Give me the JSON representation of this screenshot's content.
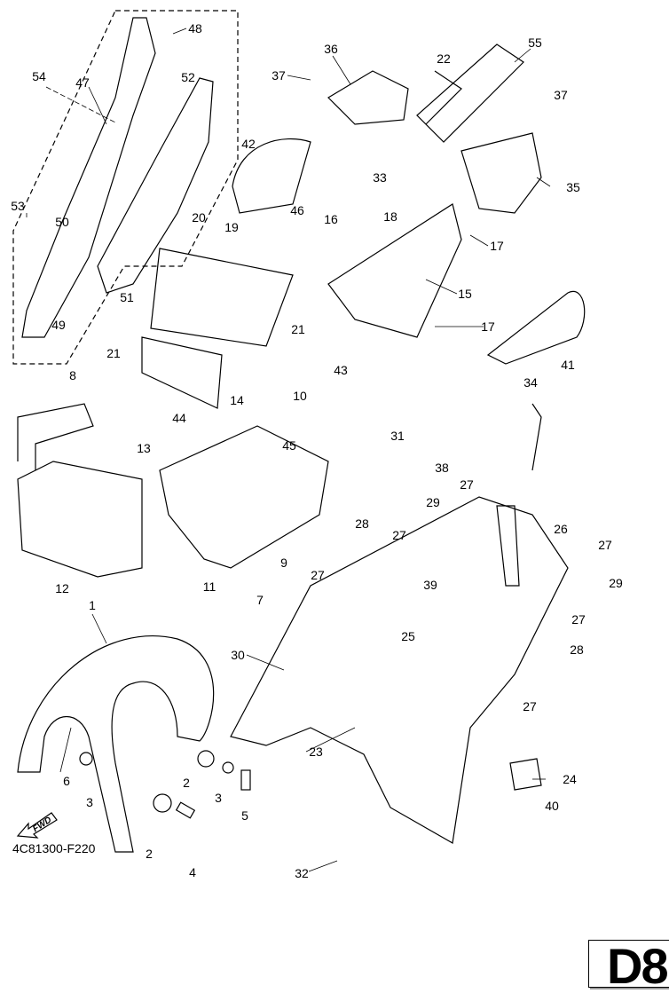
{
  "diagram": {
    "drawing_code": "4C81300-F220",
    "page_label": "D8",
    "fwd_label": "FWD",
    "icon": "fwd-arrow-icon",
    "callouts": [
      "48",
      "47",
      "54",
      "52",
      "36",
      "37",
      "22",
      "55",
      "37",
      "42",
      "35",
      "33",
      "18",
      "53",
      "50",
      "20",
      "19",
      "46",
      "16",
      "17",
      "15",
      "51",
      "21",
      "17",
      "49",
      "21",
      "43",
      "41",
      "8",
      "10",
      "14",
      "34",
      "44",
      "13",
      "45",
      "31",
      "38",
      "27",
      "29",
      "26",
      "27",
      "28",
      "27",
      "9",
      "11",
      "12",
      "7",
      "27",
      "39",
      "29",
      "27",
      "1",
      "25",
      "28",
      "30",
      "27",
      "23",
      "6",
      "24",
      "3",
      "2",
      "3",
      "5",
      "40",
      "2",
      "4",
      "32"
    ]
  }
}
